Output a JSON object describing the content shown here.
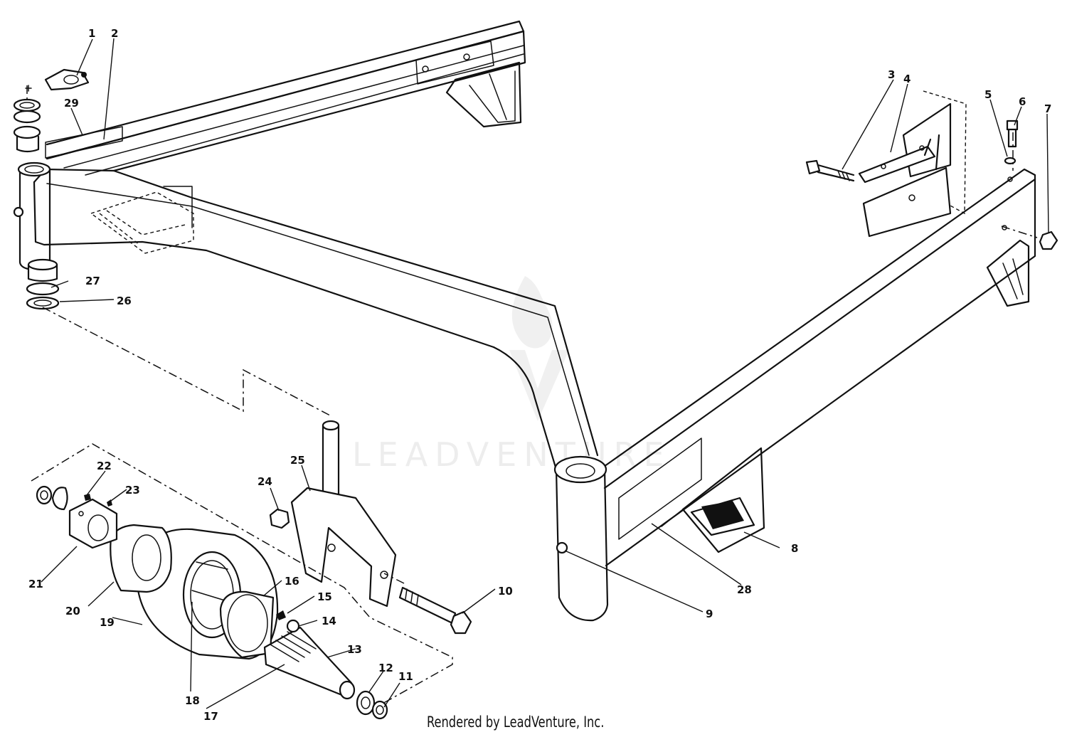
{
  "diagram": {
    "credit": "Rendered by LeadVenture, Inc.",
    "watermark": "LEADVENTURE",
    "callouts": [
      {
        "id": "1",
        "label": "1"
      },
      {
        "id": "2",
        "label": "2"
      },
      {
        "id": "3",
        "label": "3"
      },
      {
        "id": "4",
        "label": "4"
      },
      {
        "id": "5",
        "label": "5"
      },
      {
        "id": "6",
        "label": "6"
      },
      {
        "id": "7",
        "label": "7"
      },
      {
        "id": "8",
        "label": "8"
      },
      {
        "id": "9",
        "label": "9"
      },
      {
        "id": "10",
        "label": "10"
      },
      {
        "id": "11",
        "label": "11"
      },
      {
        "id": "12",
        "label": "12"
      },
      {
        "id": "13",
        "label": "13"
      },
      {
        "id": "14",
        "label": "14"
      },
      {
        "id": "15",
        "label": "15"
      },
      {
        "id": "16",
        "label": "16"
      },
      {
        "id": "17",
        "label": "17"
      },
      {
        "id": "18",
        "label": "18"
      },
      {
        "id": "19",
        "label": "19"
      },
      {
        "id": "20",
        "label": "20"
      },
      {
        "id": "21",
        "label": "21"
      },
      {
        "id": "22",
        "label": "22"
      },
      {
        "id": "23",
        "label": "23"
      },
      {
        "id": "24",
        "label": "24"
      },
      {
        "id": "25",
        "label": "25"
      },
      {
        "id": "26",
        "label": "26"
      },
      {
        "id": "27",
        "label": "27"
      },
      {
        "id": "28",
        "label": "28"
      },
      {
        "id": "29",
        "label": "29"
      }
    ]
  }
}
